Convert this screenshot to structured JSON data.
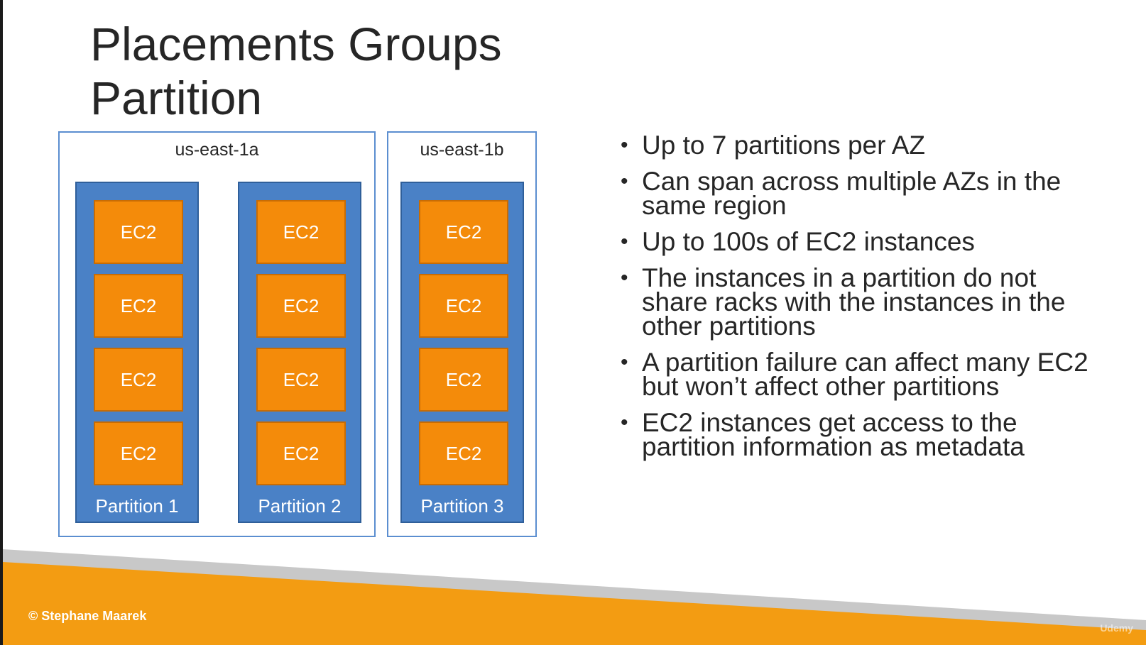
{
  "title": {
    "line1": "Placements Groups",
    "line2": "Partition"
  },
  "diagram": {
    "zones": [
      {
        "label": "us-east-1a"
      },
      {
        "label": "us-east-1b"
      }
    ],
    "partitions": [
      {
        "label": "Partition 1",
        "instances": [
          "EC2",
          "EC2",
          "EC2",
          "EC2"
        ]
      },
      {
        "label": "Partition 2",
        "instances": [
          "EC2",
          "EC2",
          "EC2",
          "EC2"
        ]
      },
      {
        "label": "Partition 3",
        "instances": [
          "EC2",
          "EC2",
          "EC2",
          "EC2"
        ]
      }
    ]
  },
  "bullets": [
    {
      "text": "Up to 7 partitions per AZ"
    },
    {
      "text": "Can span across multiple AZs in the same region"
    },
    {
      "text": "Up to 100s of EC2 instances"
    },
    {
      "text": "The instances in a partition do not share racks with the instances in the other partitions"
    },
    {
      "text": "A partition failure can affect many EC2 but won’t affect other partitions"
    },
    {
      "text": "EC2 instances get access to the partition information as metadata"
    }
  ],
  "bullet_glyph": "•",
  "footer": {
    "copyright": "© Stephane Maarek",
    "watermark": "Udemy"
  },
  "colors": {
    "partition_fill": "#4a81c6",
    "ec2_fill": "#f48b0a",
    "az_border": "#5b8ed0",
    "footer_orange": "#f39c12",
    "footer_gray": "#c8c8c8"
  }
}
